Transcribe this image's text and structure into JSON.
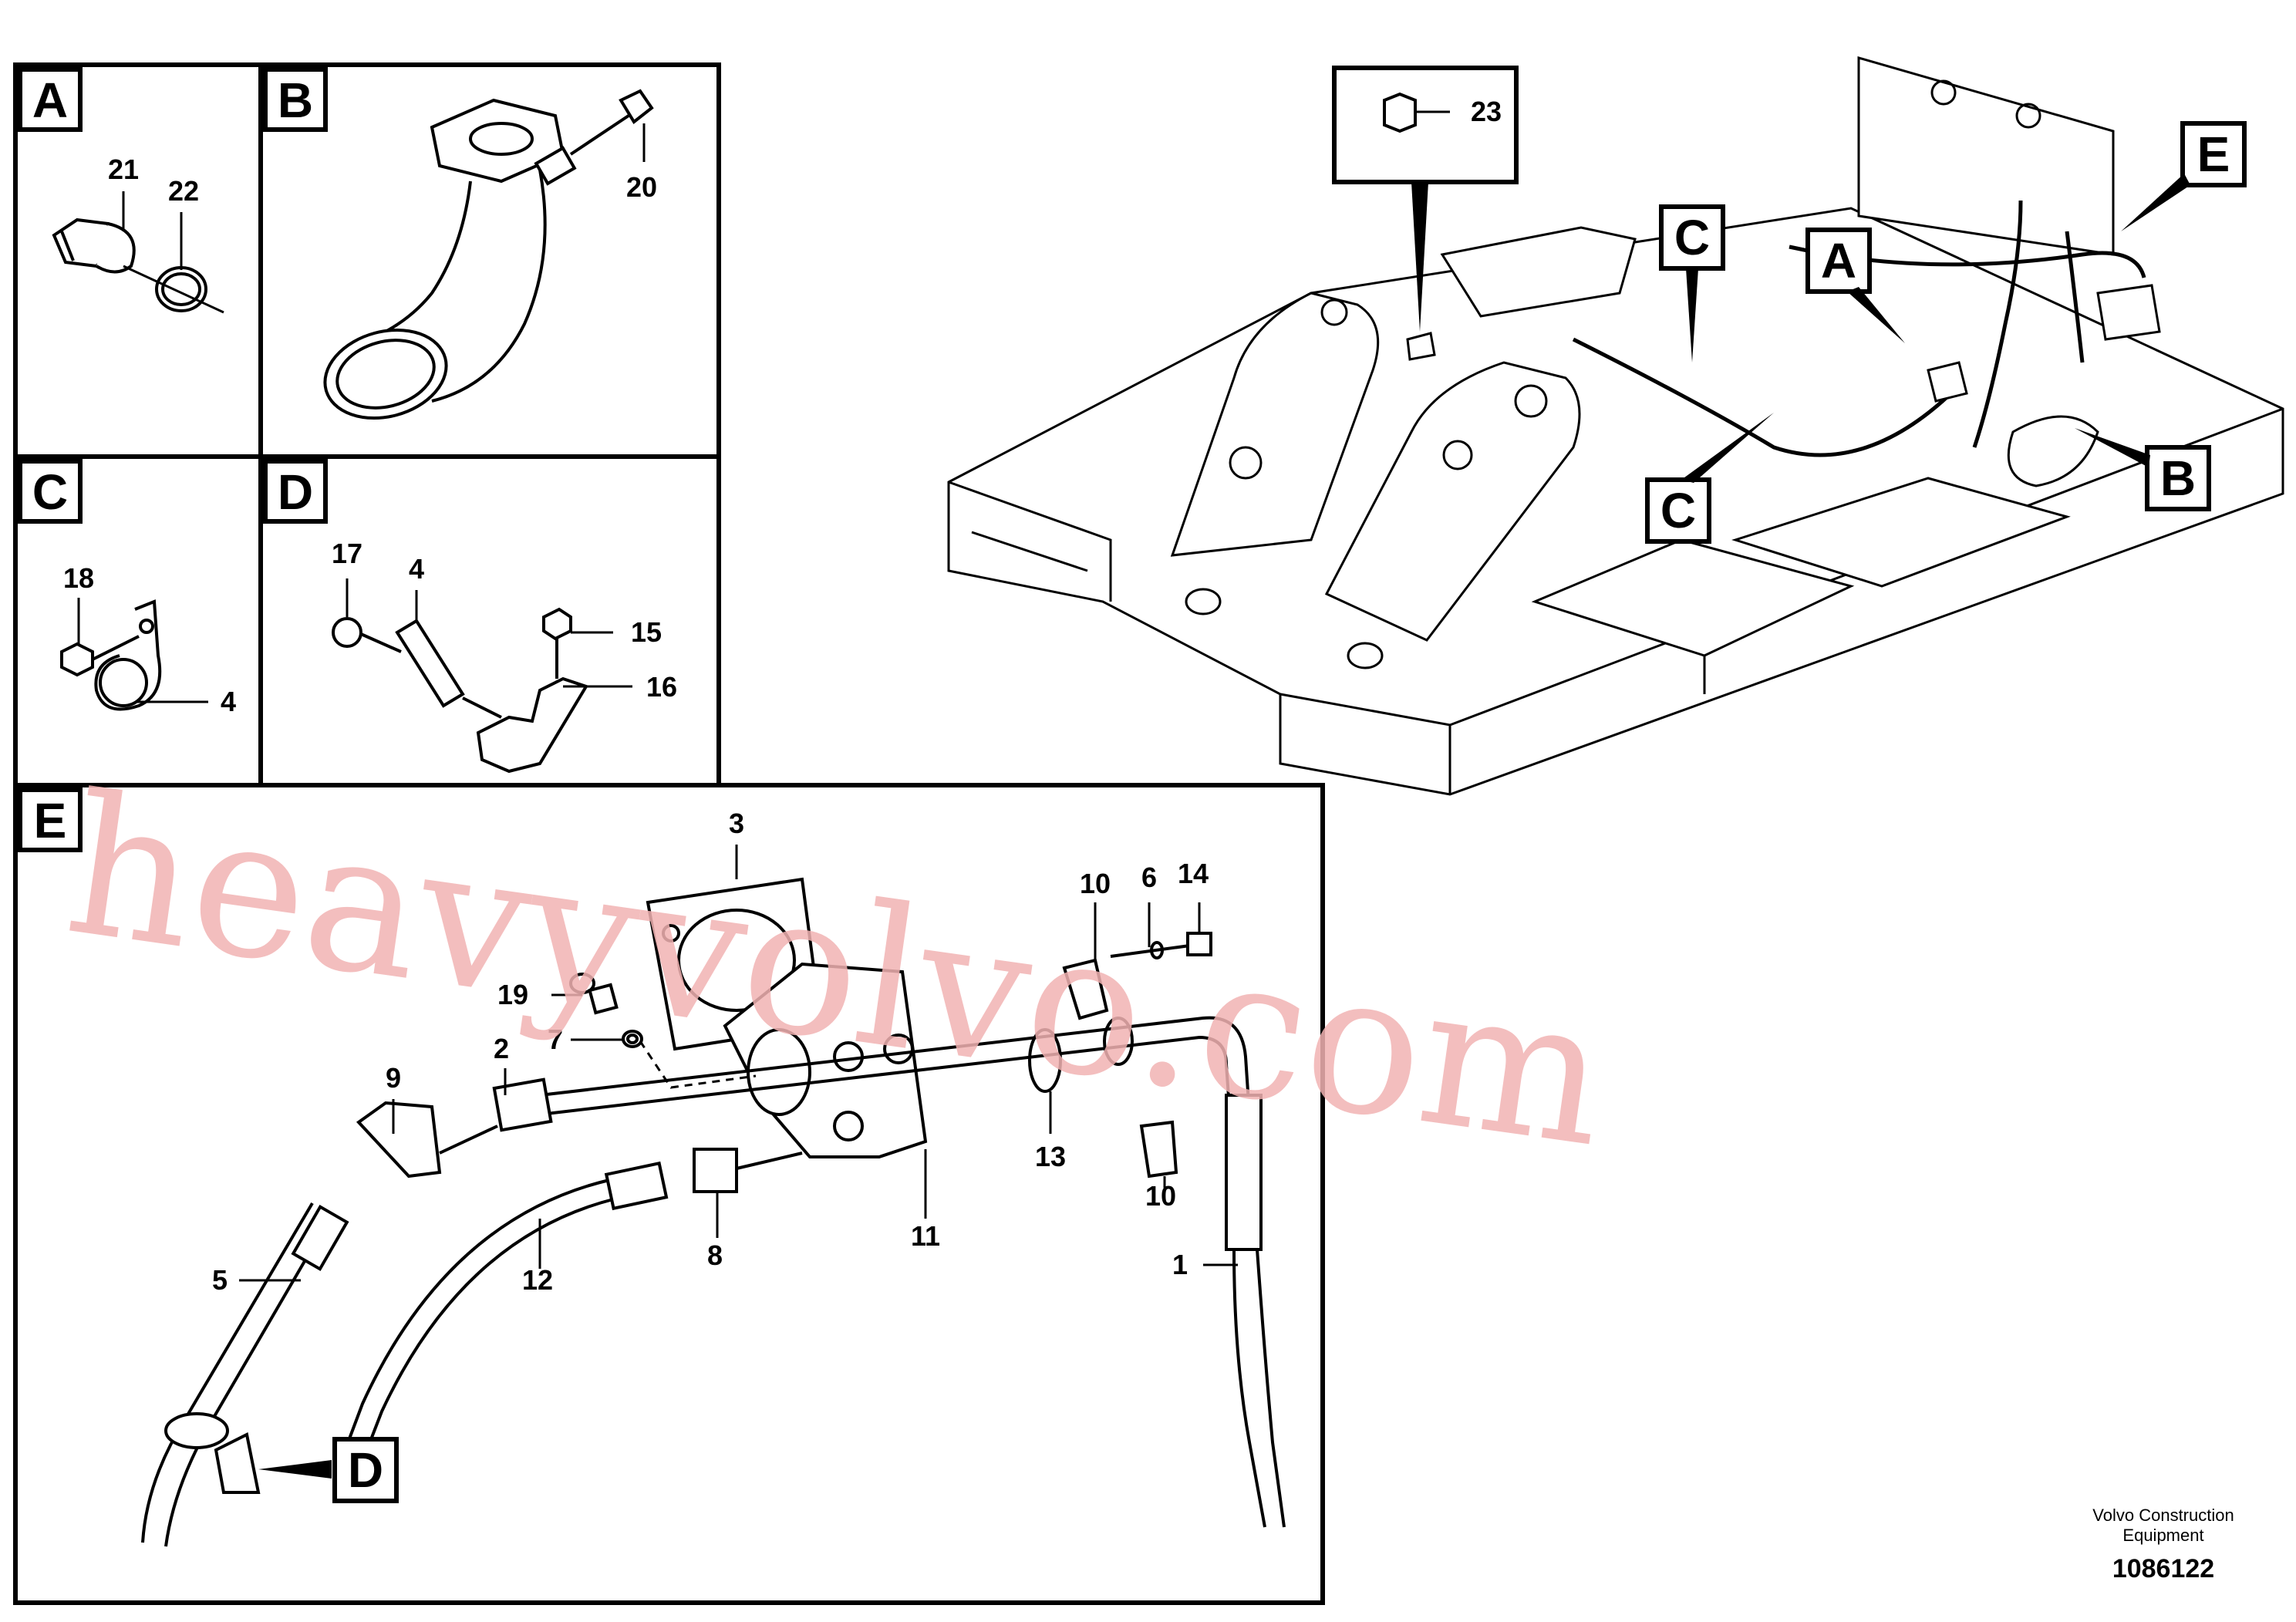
{
  "panels": {
    "A": {
      "letter": "A",
      "callouts": [
        "21",
        "22"
      ]
    },
    "B": {
      "letter": "B",
      "callouts": [
        "20"
      ]
    },
    "C": {
      "letter": "C",
      "callouts": [
        "18",
        "4"
      ]
    },
    "D": {
      "letter": "D",
      "callouts": [
        "17",
        "4",
        "15",
        "16"
      ]
    },
    "E": {
      "letter": "E",
      "callouts": [
        "3",
        "10",
        "6",
        "14",
        "19",
        "7",
        "9",
        "2",
        "13",
        "10",
        "8",
        "11",
        "5",
        "12",
        "1"
      ]
    }
  },
  "overview": {
    "detail_callout": "23",
    "markers": [
      "C",
      "A",
      "E",
      "C",
      "B"
    ]
  },
  "sub_marker_D": "D",
  "watermark": "heavyvolvo.com",
  "footer": {
    "brand_line1": "Volvo Construction",
    "brand_line2": "Equipment",
    "drawing_number": "1086122"
  }
}
